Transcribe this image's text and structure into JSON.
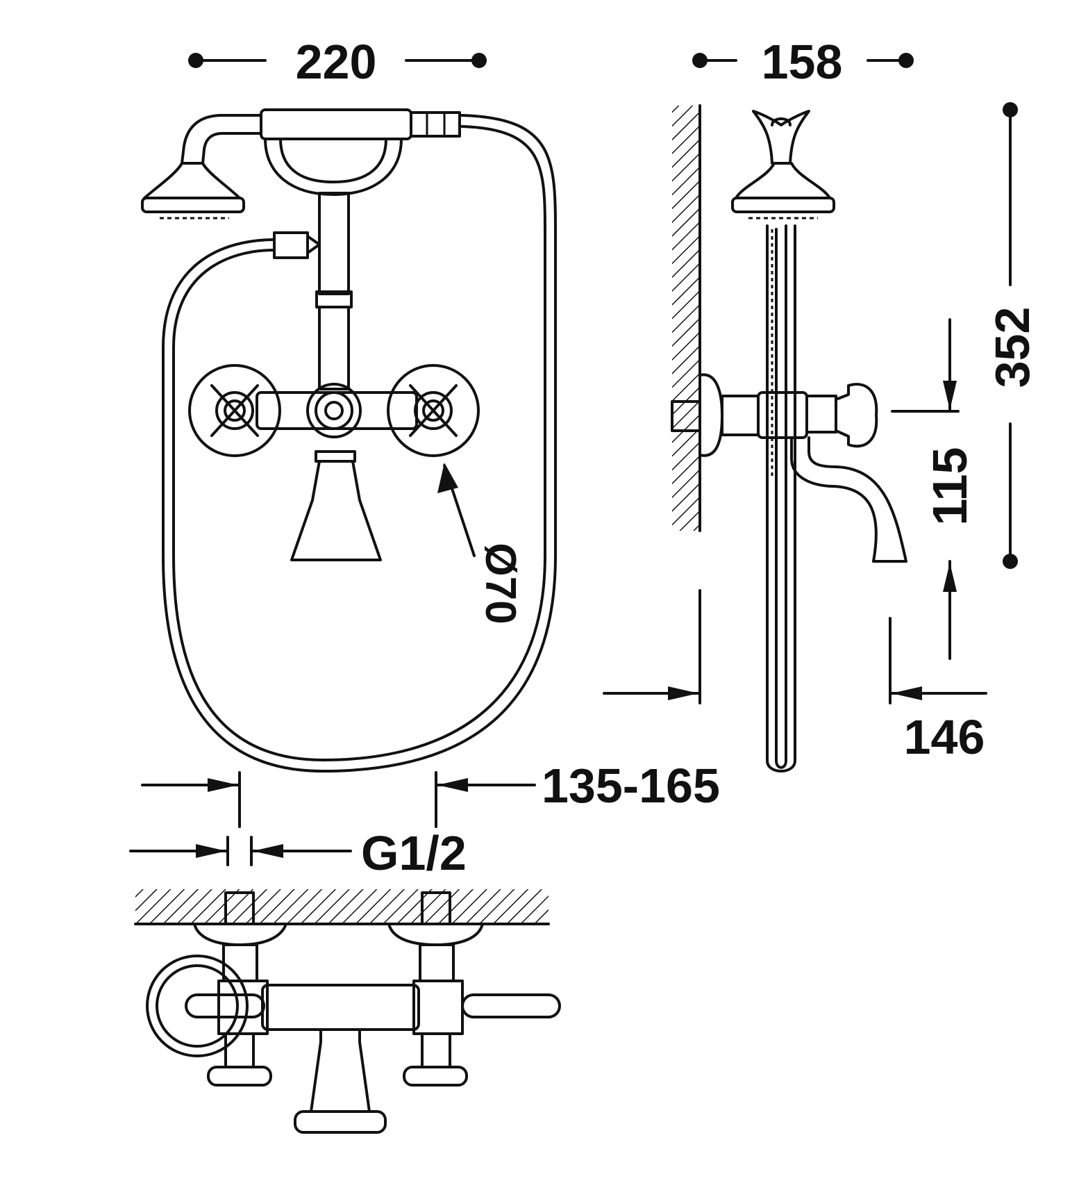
{
  "dimensions": {
    "front_width": "220",
    "side_depth": "158",
    "overall_height": "352",
    "spout_height": "115",
    "spout_projection": "146",
    "center_distance": "135-165",
    "inlet_thread": "G1/2",
    "handle_diameter": "Ø70"
  },
  "colors": {
    "line": "#111111",
    "background": "#ffffff"
  }
}
